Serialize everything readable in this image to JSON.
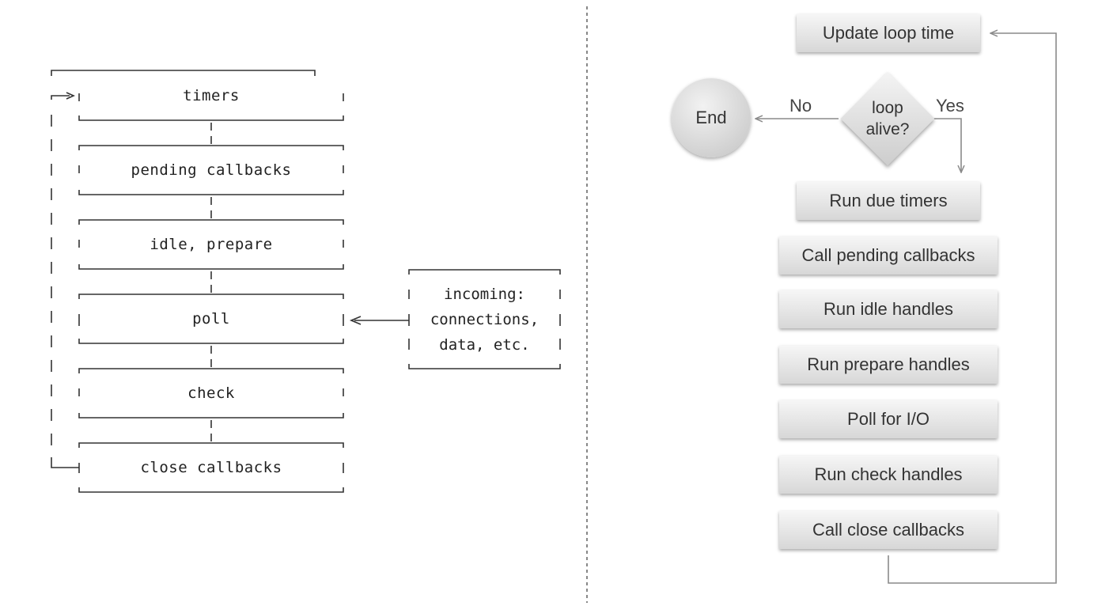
{
  "event_loop_phases": [
    "timers",
    "pending callbacks",
    "idle, prepare",
    "poll",
    "check",
    "close callbacks"
  ],
  "incoming": [
    "incoming:",
    "connections,",
    "data, etc."
  ],
  "flowchart": {
    "update_loop_time": "Update loop time",
    "end": "End",
    "decision": [
      "loop",
      "alive?"
    ],
    "no_label": "No",
    "yes_label": "Yes",
    "steps": [
      "Run due timers",
      "Call pending callbacks",
      "Run idle handles",
      "Run prepare handles",
      "Poll for I/O",
      "Run check handles",
      "Call close callbacks"
    ]
  },
  "colors": {
    "line": "#333333",
    "arrow": "#8a8a8a",
    "box_top": "#f6f6f6",
    "box_bottom": "#d7d7d7"
  }
}
